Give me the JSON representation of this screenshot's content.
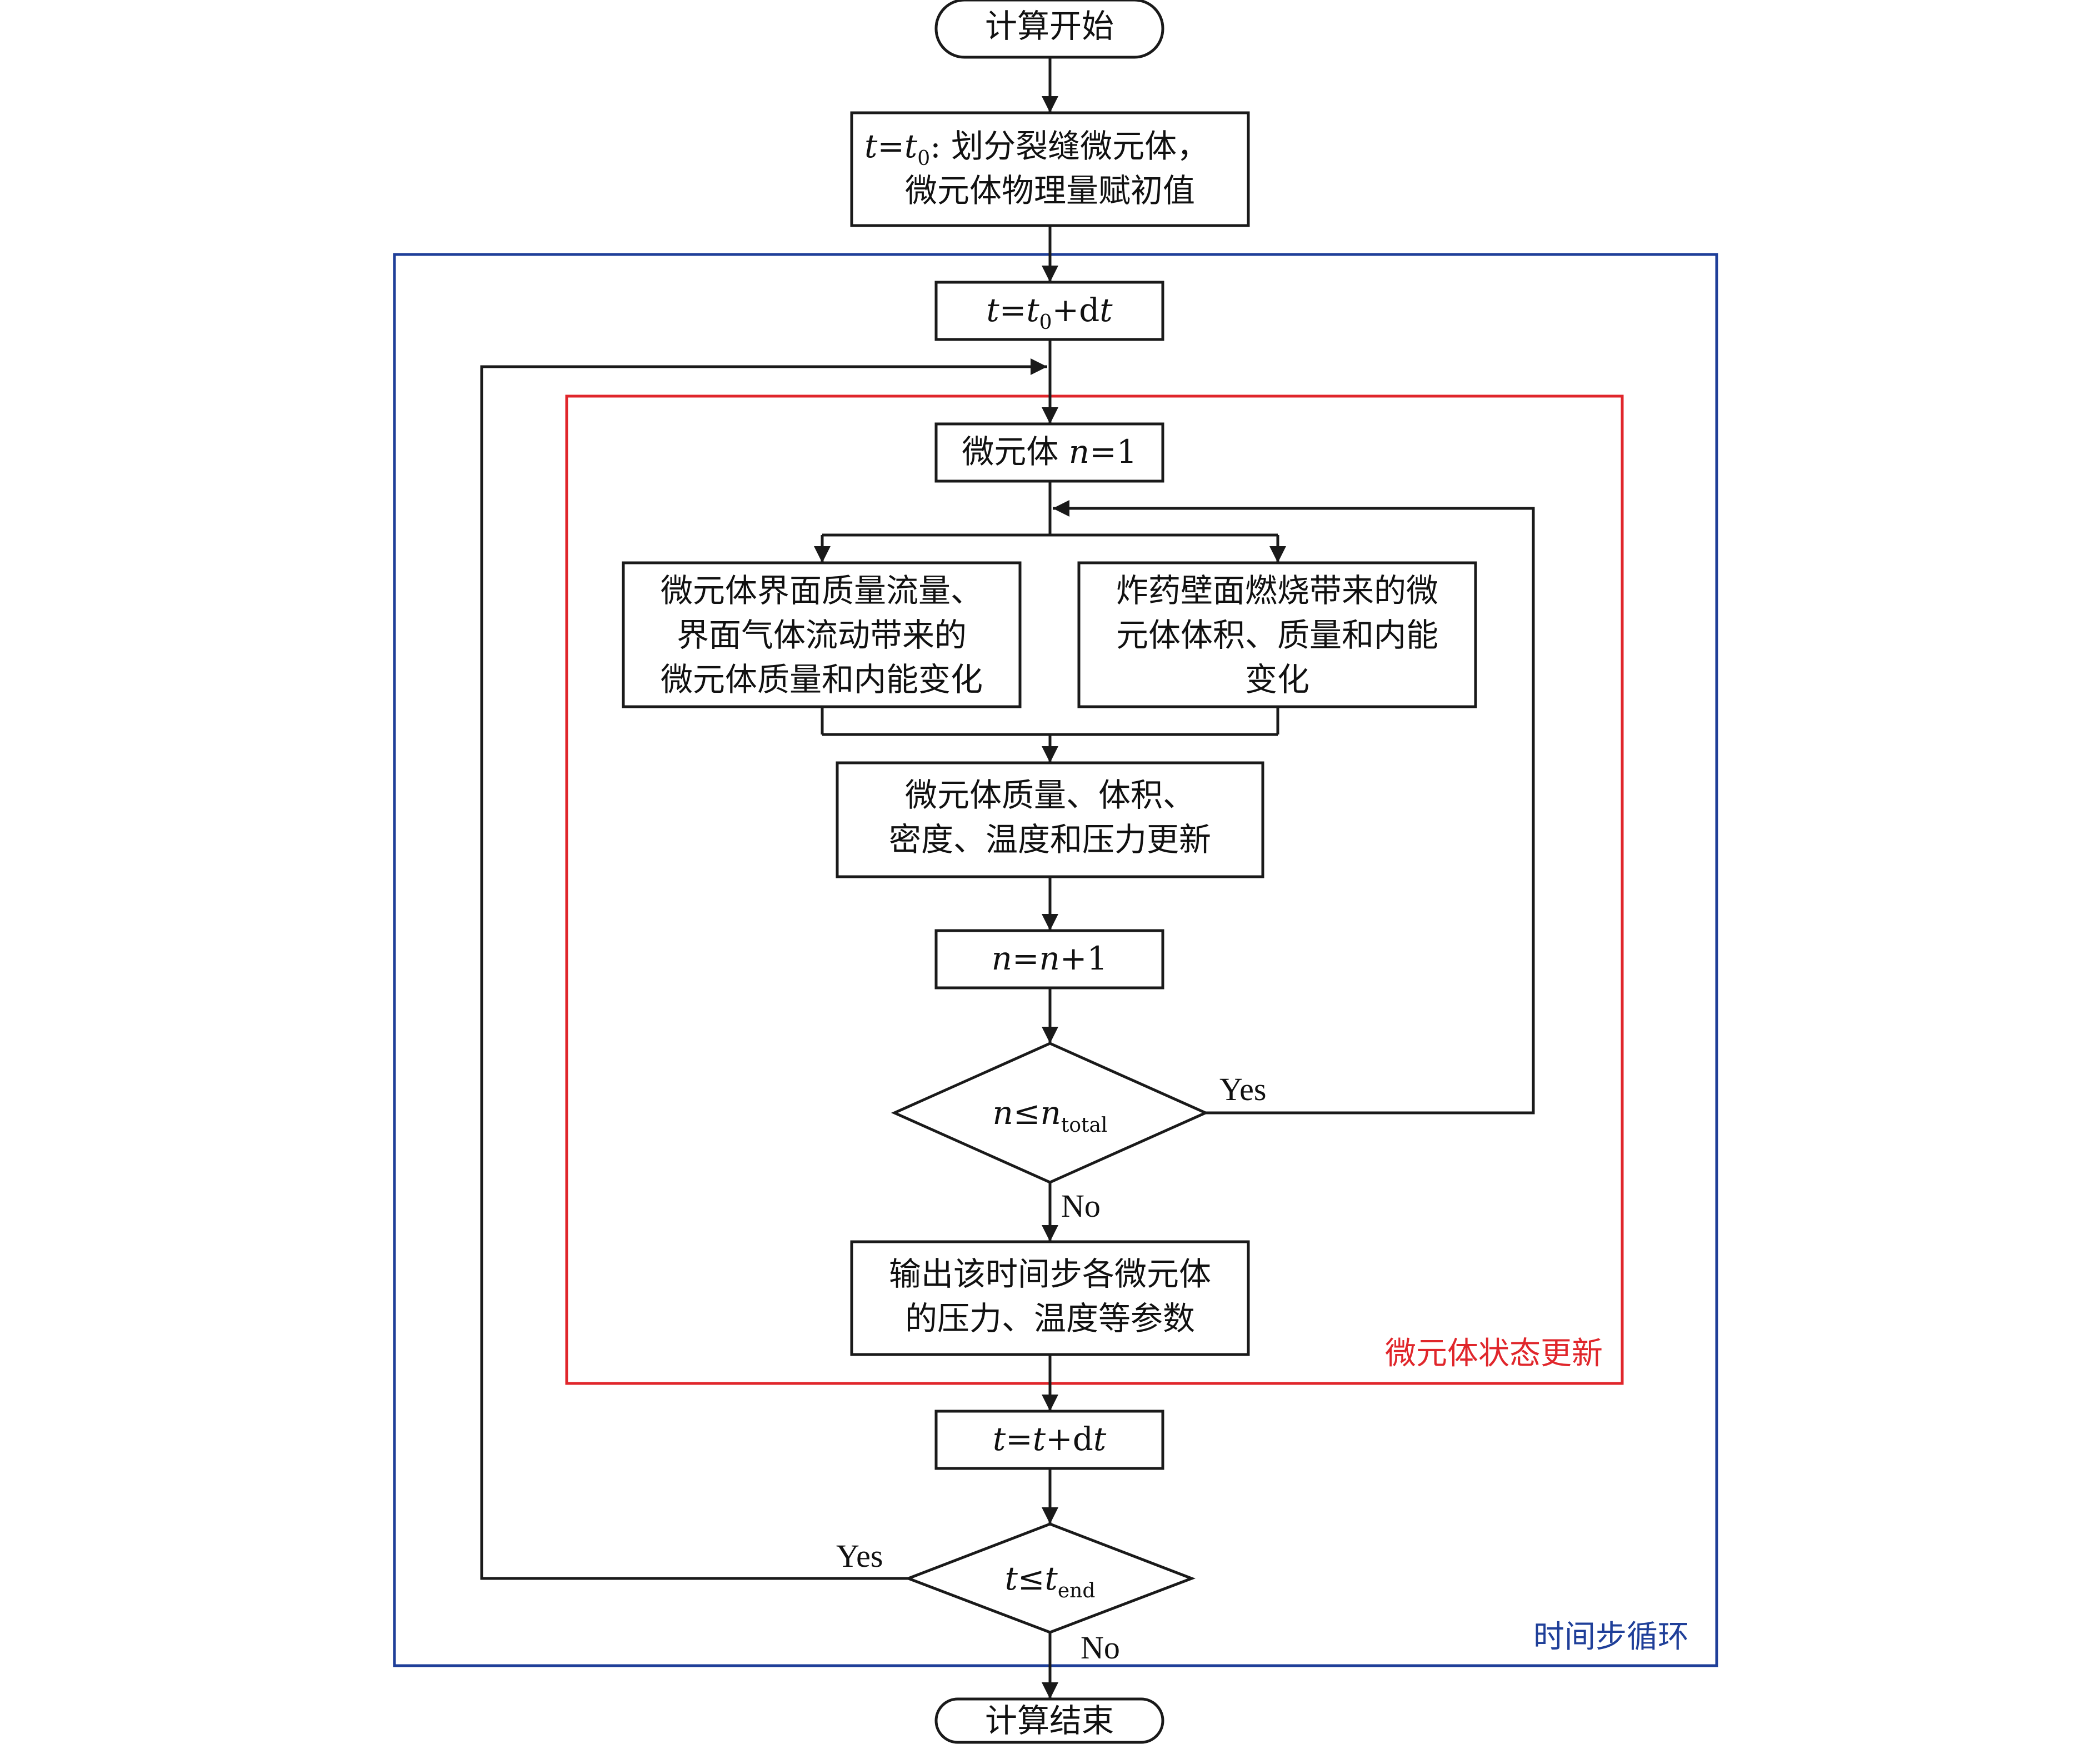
{
  "nodes": {
    "start": "计算开始",
    "init": {
      "eq_t": "t",
      "eq_eq": "=",
      "eq_t2": "t",
      "eq_sub": "0",
      "eq_rest": ": 划分裂缝微元体，",
      "line2": "微元体物理量赋初值"
    },
    "step0": {
      "t": "t",
      "eq": "=",
      "t2": "t",
      "sub": "0",
      "plus": "+d",
      "t3": "t"
    },
    "n_init": {
      "text": "微元体 ",
      "n": "n",
      "rest": "=1"
    },
    "left": {
      "line1": "微元体界面质量流量、",
      "line2": "界面气体流动带来的",
      "line3": "微元体质量和内能变化"
    },
    "right": {
      "line1": "炸药壁面燃烧带来的微",
      "line2": "元体体积、质量和内能",
      "line3": "变化"
    },
    "update": {
      "line1": "微元体质量、体积、",
      "line2": "密度、温度和压力更新"
    },
    "n_inc": {
      "n1": "n",
      "eq": "=",
      "n2": "n",
      "rest": "+1"
    },
    "cond_n": {
      "n": "n",
      "le": "≤",
      "n2": "n",
      "sub": "total"
    },
    "output": {
      "line1": "输出该时间步各微元体",
      "line2": "的压力、温度等参数"
    },
    "step": {
      "t": "t",
      "eq": "=",
      "t2": "t",
      "plus": "+d",
      "t3": "t"
    },
    "cond_t": {
      "t": "t",
      "le": "≤",
      "t2": "t",
      "sub": "end"
    },
    "end": "计算结束"
  },
  "edge_labels": {
    "inner_yes": "Yes",
    "inner_no": "No",
    "outer_yes": "Yes",
    "outer_no": "No"
  },
  "regions": {
    "inner": {
      "label": "微元体状态更新",
      "color": "#e0262b"
    },
    "outer": {
      "label": "时间步循环",
      "color": "#1f3f99"
    }
  }
}
